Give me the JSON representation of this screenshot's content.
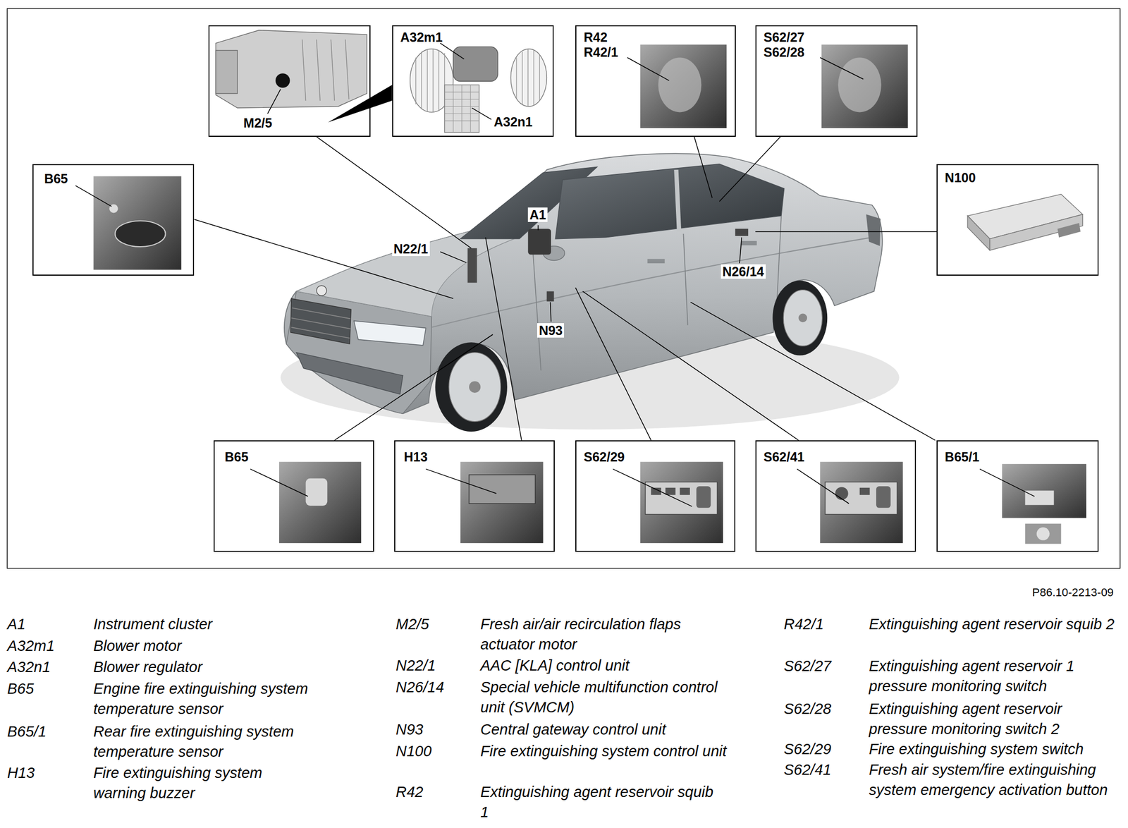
{
  "diagram": {
    "nodes": [
      {
        "text": [
          "M2/5"
        ]
      },
      {
        "text": [
          "A32m1",
          "A32n1"
        ]
      },
      {
        "text": [
          "R42",
          "R42/1"
        ]
      },
      {
        "text": [
          "S62/27",
          "S62/28"
        ]
      },
      {
        "text": [
          "B65"
        ]
      },
      {
        "text": [
          "N100"
        ]
      },
      {
        "text": [
          "B65"
        ]
      },
      {
        "text": [
          "H13"
        ]
      },
      {
        "text": [
          "S62/29"
        ]
      },
      {
        "text": [
          "S62/41"
        ]
      },
      {
        "text": [
          "B65/1"
        ]
      }
    ],
    "labels": [
      "A1",
      "N22/1",
      "N26/14",
      "N93",
      "P86.10-2213-09",
      "A1",
      "Instrument cluster",
      "A32m1",
      "Blower motor",
      "A32n1",
      "Blower regulator",
      "B65",
      "Engine fire extinguishing system temperature sensor",
      "B65/1",
      "Rear fire extinguishing system temperature sensor",
      "H13",
      "Fire extinguishing system warning buzzer",
      "M2/5",
      "Fresh air/air recirculation flaps actuator motor",
      "N22/1",
      "AAC [KLA] control unit",
      "N26/14",
      "Special vehicle multifunction control unit (SVMCM)",
      "N93",
      "Central gateway control unit",
      "N100",
      "Fire extinguishing system control unit",
      "R42",
      "Extinguishing agent reservoir squib 1",
      "R42/1",
      "Extinguishing agent reservoir squib 2",
      "S62/27",
      "Extinguishing agent reservoir 1 pressure monitoring switch",
      "S62/28",
      "Extinguishing agent reservoir pressure monitoring switch 2",
      "S62/29",
      "Fire extinguishing system switch",
      "S62/41",
      "Fresh air system/fire extinguishing system emergency activation button"
    ]
  }
}
